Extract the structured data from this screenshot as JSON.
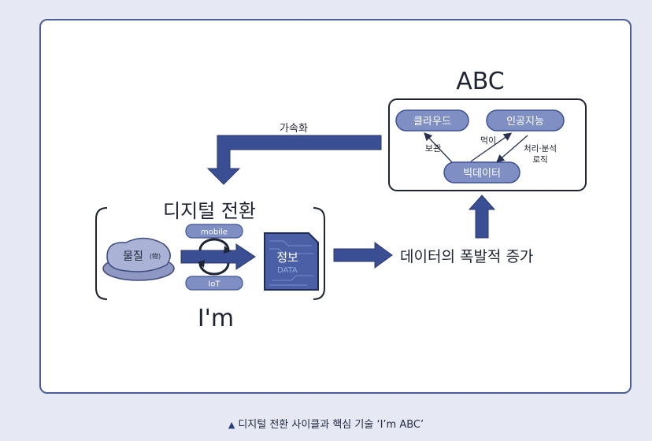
{
  "diagram": {
    "abc_title": "ABC",
    "cloud": "클라우드",
    "ai": "인공지능",
    "bigdata": "빅데이터",
    "label_storage": "보관",
    "label_feed": "먹이",
    "label_processing_1": "처리·분석",
    "label_processing_2": "로직",
    "acceleration": "가속화",
    "digital_transformation": "디지털 전환",
    "material": "물질",
    "material_note": "(物)",
    "mobile": "mobile",
    "iot": "IoT",
    "info": "정보",
    "info_watermark": "DATA",
    "explosion": "데이터의 폭발적 증가",
    "im_label": "I'm"
  },
  "caption": {
    "marker": "▲",
    "text": "디지털 전환 사이클과 핵심 기술 ‘I’m ABC’"
  },
  "colors": {
    "accent": "#3d5296",
    "pill_fill": "#7f8fc4",
    "pill_stroke": "#3d5296",
    "arrow_fill": "#3a4f93",
    "text_dark": "#1f2433",
    "background": "#e6e9f3"
  }
}
